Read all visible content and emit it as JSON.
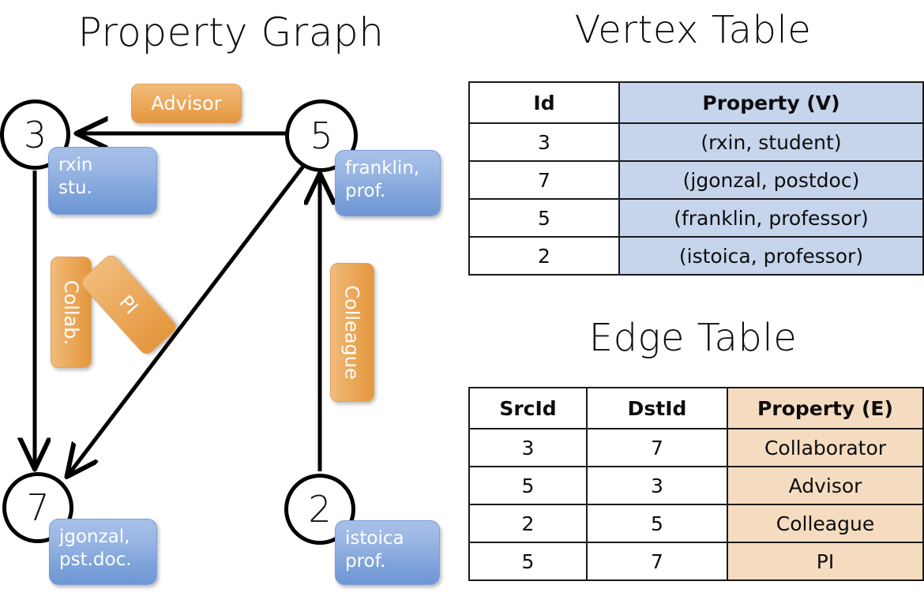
{
  "titles": {
    "property_graph": "Property Graph",
    "vertex_table": "Vertex Table",
    "edge_table": "Edge Table"
  },
  "graph": {
    "vertices": [
      {
        "id": "3",
        "property": "rxin\nstu."
      },
      {
        "id": "5",
        "property": "franklin,\nprof."
      },
      {
        "id": "7",
        "property": "jgonzal,\npst.doc."
      },
      {
        "id": "2",
        "property": "istoica\nprof."
      }
    ],
    "vertex_labels": {
      "v3": "3",
      "v5": "5",
      "v7": "7",
      "v2": "2"
    },
    "property_boxes": {
      "rxin_line1": "rxin",
      "rxin_line2": "stu.",
      "franklin_line1": "franklin,",
      "franklin_line2": "prof.",
      "jgonzal_line1": "jgonzal,",
      "jgonzal_line2": "pst.doc.",
      "istoica_line1": "istoica",
      "istoica_line2": "prof."
    },
    "edge_labels": {
      "advisor": "Advisor",
      "collab": "Collab.",
      "pi": "PI",
      "colleague": "Colleague"
    },
    "edges": [
      {
        "src": "5",
        "dst": "3",
        "label": "Advisor"
      },
      {
        "src": "3",
        "dst": "7",
        "label": "Collab."
      },
      {
        "src": "5",
        "dst": "7",
        "label": "PI"
      },
      {
        "src": "2",
        "dst": "5",
        "label": "Colleague"
      }
    ]
  },
  "vertex_table": {
    "headers": [
      "Id",
      "Property (V)"
    ],
    "rows": [
      {
        "id": "3",
        "property": "(rxin, student)"
      },
      {
        "id": "7",
        "property": "(jgonzal, postdoc)"
      },
      {
        "id": "5",
        "property": "(franklin, professor)"
      },
      {
        "id": "2",
        "property": "(istoica, professor)"
      }
    ]
  },
  "edge_table": {
    "headers": [
      "SrcId",
      "DstId",
      "Property (E)"
    ],
    "rows": [
      {
        "src": "3",
        "dst": "7",
        "property": "Collaborator"
      },
      {
        "src": "5",
        "dst": "3",
        "property": "Advisor"
      },
      {
        "src": "2",
        "dst": "5",
        "property": "Colleague"
      },
      {
        "src": "5",
        "dst": "7",
        "property": "PI"
      }
    ]
  },
  "colors": {
    "vertex_property_blue": "#7ea3da",
    "edge_property_orange": "#e79e49",
    "table_blue_cell": "#c6d4ec",
    "table_orange_cell": "#f5dcc1",
    "stroke": "#000000"
  }
}
